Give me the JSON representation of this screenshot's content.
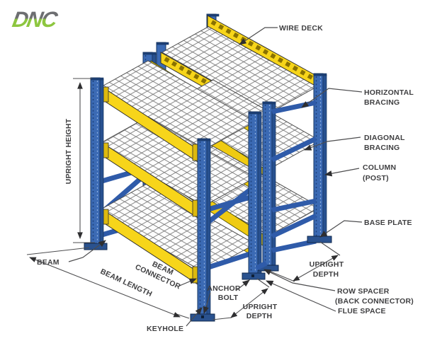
{
  "logo": {
    "text": "DNC",
    "gray": "#6D6E71",
    "green": "#8DC63F"
  },
  "diagram": {
    "labels": {
      "wire_deck": "WIRE DECK",
      "horizontal_bracing": [
        "HORIZONTAL",
        "BRACING"
      ],
      "diagonal_bracing": [
        "DIAGONAL",
        "BRACING"
      ],
      "column_post": [
        "COLUMN",
        "(POST)"
      ],
      "base_plate": "BASE PLATE",
      "upright_height": "UPRIGHT HEIGHT",
      "beam": "BEAM",
      "beam_connector": [
        "BEAM",
        "CONNECTOR"
      ],
      "beam_length": "BEAM LENGTH",
      "anchor_bolt": [
        "ANCHOR",
        "BOLT"
      ],
      "upright_depth_front": [
        "UPRIGHT",
        "DEPTH"
      ],
      "upright_depth_rear": [
        "UPRIGHT",
        "DEPTH"
      ],
      "row_spacer": [
        "ROW SPACER",
        "(BACK CONNECTOR)"
      ],
      "flue_space": "FLUE SPACE",
      "keyhole": "KEYHOLE"
    },
    "colors": {
      "column_blue": "#3B6AB4",
      "column_dark": "#16345F",
      "beam_yellow": "#F7D51A",
      "mesh_line": "#777777",
      "leader_line": "#4D4D4F",
      "label_text": "#3F3F41"
    }
  }
}
